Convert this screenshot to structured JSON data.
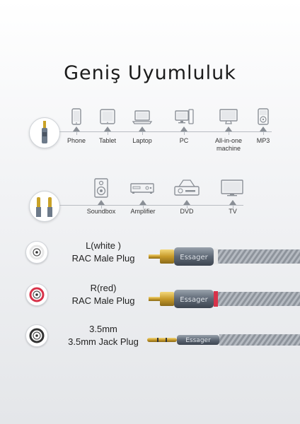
{
  "title": "Geniş Uyumluluk",
  "row1": {
    "devices": [
      {
        "label": "Phone",
        "icon": "phone-icon"
      },
      {
        "label": "Tablet",
        "icon": "tablet-icon"
      },
      {
        "label": "Laptop",
        "icon": "laptop-icon"
      },
      {
        "label": "PC",
        "icon": "pc-icon"
      },
      {
        "label": "All-in-one machine",
        "line1": "All-in-one",
        "line2": "machine",
        "icon": "all-in-one-icon"
      },
      {
        "label": "MP3",
        "icon": "mp3-icon"
      }
    ]
  },
  "row2": {
    "devices": [
      {
        "label": "Soundbox",
        "icon": "soundbox-icon"
      },
      {
        "label": "Amplifier",
        "icon": "amplifier-icon"
      },
      {
        "label": "DVD",
        "icon": "dvd-icon"
      },
      {
        "label": "TV",
        "icon": "tv-icon"
      }
    ]
  },
  "plugs": [
    {
      "line1": "L(white )",
      "line2": "RAC Male Plug",
      "ring_color": "#e8e8e8",
      "brand": "Essager"
    },
    {
      "line1": "R(red)",
      "line2": "RAC Male Plug",
      "ring_color": "#d8334a",
      "brand": "Essager"
    },
    {
      "line1": "3.5mm",
      "line2": "3.5mm Jack Plug",
      "ring_color": "#333333",
      "brand": "Essager"
    }
  ]
}
